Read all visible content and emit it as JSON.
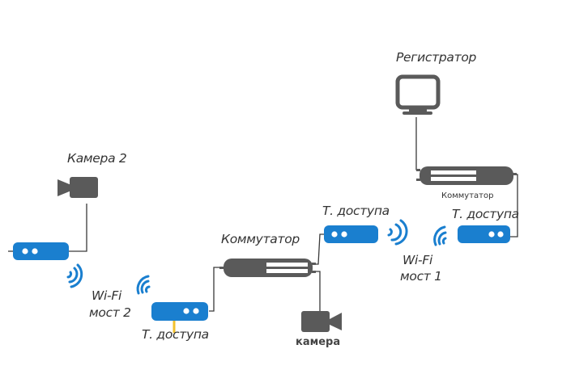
{
  "colors": {
    "device_gray": "#5a5a5a",
    "access_point_blue": "#1a7fcf",
    "wifi_blue": "#1a7fcf",
    "wire": "#3a3a3a",
    "poe_yellow": "#f2c12e",
    "text": "#333333"
  },
  "labels": {
    "recorder": "Регистратор",
    "switch_top": "Коммутатор",
    "access_point_top_right": "Т. доступа",
    "access_point_mid": "Т. доступа",
    "wifi_bridge_1_line1": "Wi-Fi",
    "wifi_bridge_1_line2": "мост 1",
    "switch_mid": "Коммутатор",
    "camera_mid": "камера",
    "camera_2": "Камера 2",
    "wifi_bridge_2_line1": "Wi-Fi",
    "wifi_bridge_2_line2": "мост 2",
    "access_point_bottom": "Т. доступа"
  },
  "nodes": [
    {
      "id": "recorder",
      "type": "monitor-icon"
    },
    {
      "id": "switch-top",
      "type": "switch"
    },
    {
      "id": "ap-top-right",
      "type": "access-point"
    },
    {
      "id": "ap-mid",
      "type": "access-point"
    },
    {
      "id": "switch-mid",
      "type": "switch"
    },
    {
      "id": "camera-mid",
      "type": "camera-icon"
    },
    {
      "id": "ap-bottom",
      "type": "access-point"
    },
    {
      "id": "ap-left",
      "type": "access-point"
    },
    {
      "id": "camera-2",
      "type": "camera-icon"
    }
  ],
  "links": [
    {
      "from": "recorder",
      "to": "switch-top",
      "kind": "wired"
    },
    {
      "from": "switch-top",
      "to": "ap-top-right",
      "kind": "wired"
    },
    {
      "from": "ap-top-right",
      "to": "ap-mid",
      "kind": "wifi-bridge-1"
    },
    {
      "from": "ap-mid",
      "to": "switch-mid",
      "kind": "wired"
    },
    {
      "from": "switch-mid",
      "to": "camera-mid",
      "kind": "wired"
    },
    {
      "from": "switch-mid",
      "to": "ap-bottom",
      "kind": "wired"
    },
    {
      "from": "ap-bottom",
      "to": "ap-left",
      "kind": "wifi-bridge-2"
    },
    {
      "from": "ap-left",
      "to": "camera-2",
      "kind": "wired"
    }
  ]
}
